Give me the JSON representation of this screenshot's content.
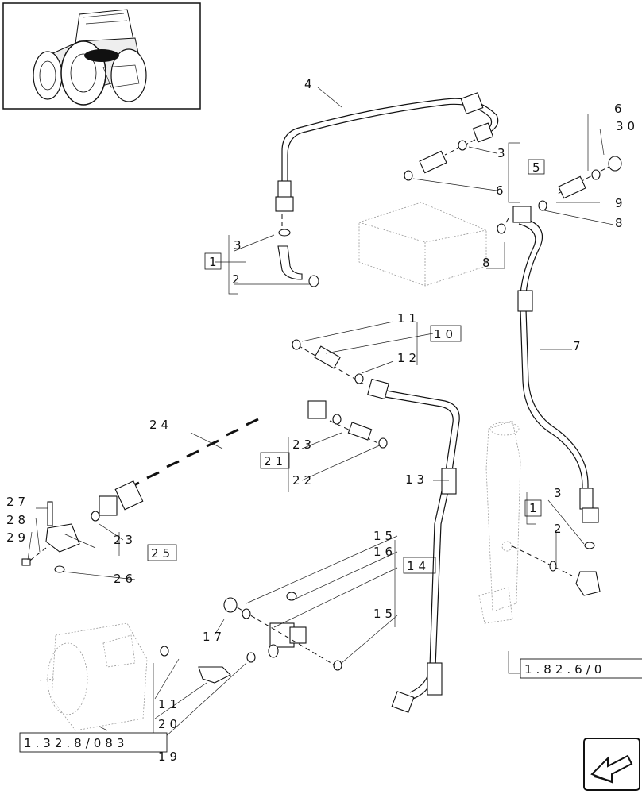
{
  "callouts": {
    "c4": "4",
    "c3a": "3",
    "c5": "5",
    "c6a": "6",
    "c6b": "6",
    "c30": "30",
    "c9": "9",
    "c8a": "8",
    "c8b": "8",
    "c1a": "1",
    "c3b": "3",
    "c2a": "2",
    "c7": "7",
    "c11a": "11",
    "c10": "10",
    "c12": "12",
    "c24": "24",
    "c23a": "23",
    "c21": "21",
    "c22": "22",
    "c13": "13",
    "c27": "27",
    "c28": "28",
    "c29": "29",
    "c23b": "23",
    "c25": "25",
    "c26": "26",
    "c15a": "15",
    "c16": "16",
    "c14": "14",
    "c15b": "15",
    "c17": "17",
    "c1b": "1",
    "c3c": "3",
    "c2b": "2",
    "c11b": "11",
    "c20": "20",
    "c19": "19"
  },
  "references": {
    "ref_a": "1.82.6/0",
    "ref_b": "1.32.8/083"
  },
  "icons": {
    "thumbnail": "tractor-thumbnail-icon",
    "nav": "previous-page-arrow-icon"
  }
}
